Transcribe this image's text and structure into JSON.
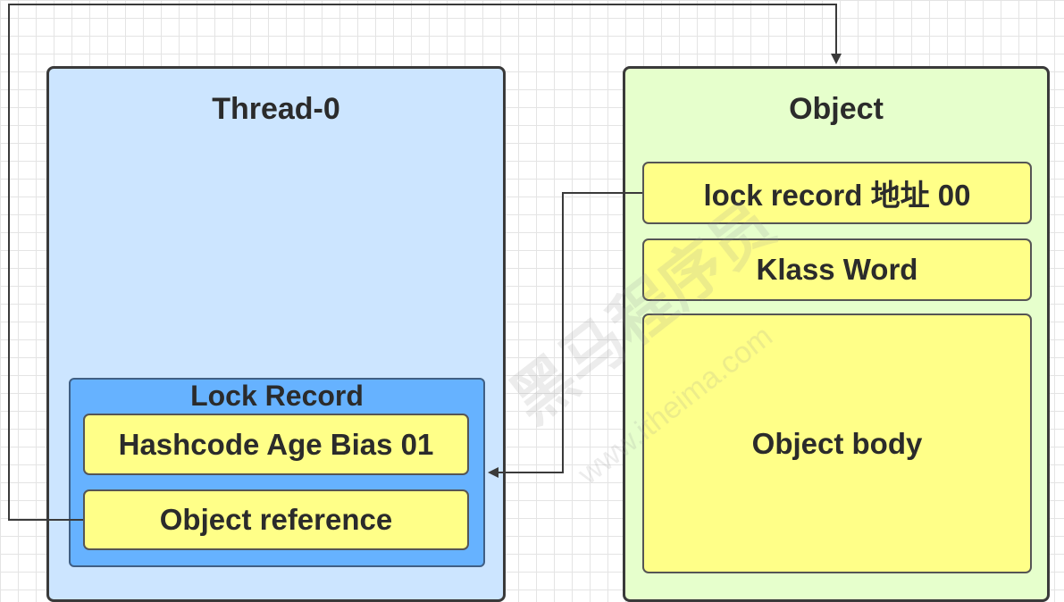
{
  "thread": {
    "title": "Thread-0",
    "lock_record": {
      "title": "Lock Record",
      "cells": [
        "Hashcode Age Bias 01",
        "Object reference"
      ]
    }
  },
  "object": {
    "title": "Object",
    "cells": [
      "lock record 地址 00",
      "Klass Word",
      "Object body"
    ]
  },
  "watermark": {
    "main": "黑马程序员",
    "sub": "www.itheima.com"
  },
  "colors": {
    "thread_bg": "#cce5ff",
    "lock_record_bg": "#66b2ff",
    "object_bg": "#e6ffcc",
    "cell_bg": "#ffff88",
    "line": "#3a3a3a"
  }
}
